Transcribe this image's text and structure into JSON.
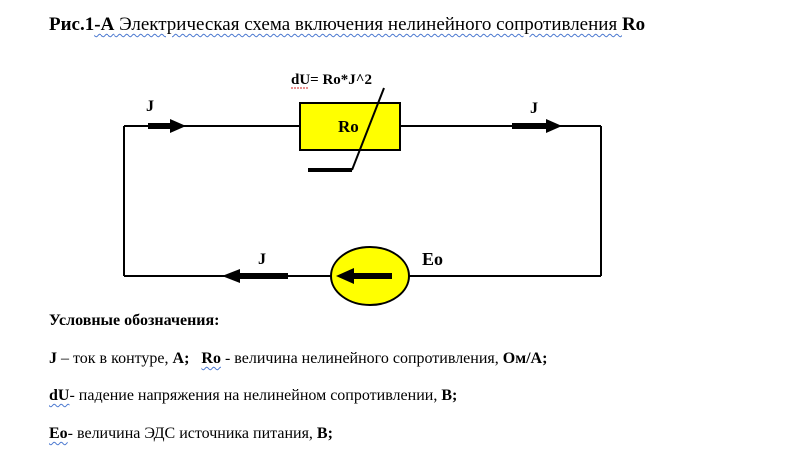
{
  "title": {
    "prefix": "Рис.1",
    "fig_id": "-А",
    "text": "  Электрическая схема включения нелинейного сопротивления ",
    "suffix": "Ro"
  },
  "diagram": {
    "formula": "dU= Ro*J^2",
    "resistor_label": "Ro",
    "current_label_left": "J",
    "current_label_right": "J",
    "current_label_bottom": "J",
    "source_label": "Eo",
    "colors": {
      "component_fill": "#ffff00",
      "stroke": "#000000",
      "underline": "#4a78d0"
    }
  },
  "legend": {
    "heading": "Условные обозначения:",
    "line1": {
      "sym1": "J",
      "text1": " – ток в контуре, ",
      "unit1": "А;",
      "gap": "   ",
      "sym2": "Ro",
      "text2": " - величина нелинейного сопротивления, ",
      "unit2": "Ом/А;"
    },
    "line2": {
      "sym": "dU",
      "text": "- падение напряжения на нелинейном сопротивлении, ",
      "unit": "В;"
    },
    "line3": {
      "sym": "Eo",
      "text": "- величина ЭДС источника питания, ",
      "unit": "В;"
    }
  }
}
